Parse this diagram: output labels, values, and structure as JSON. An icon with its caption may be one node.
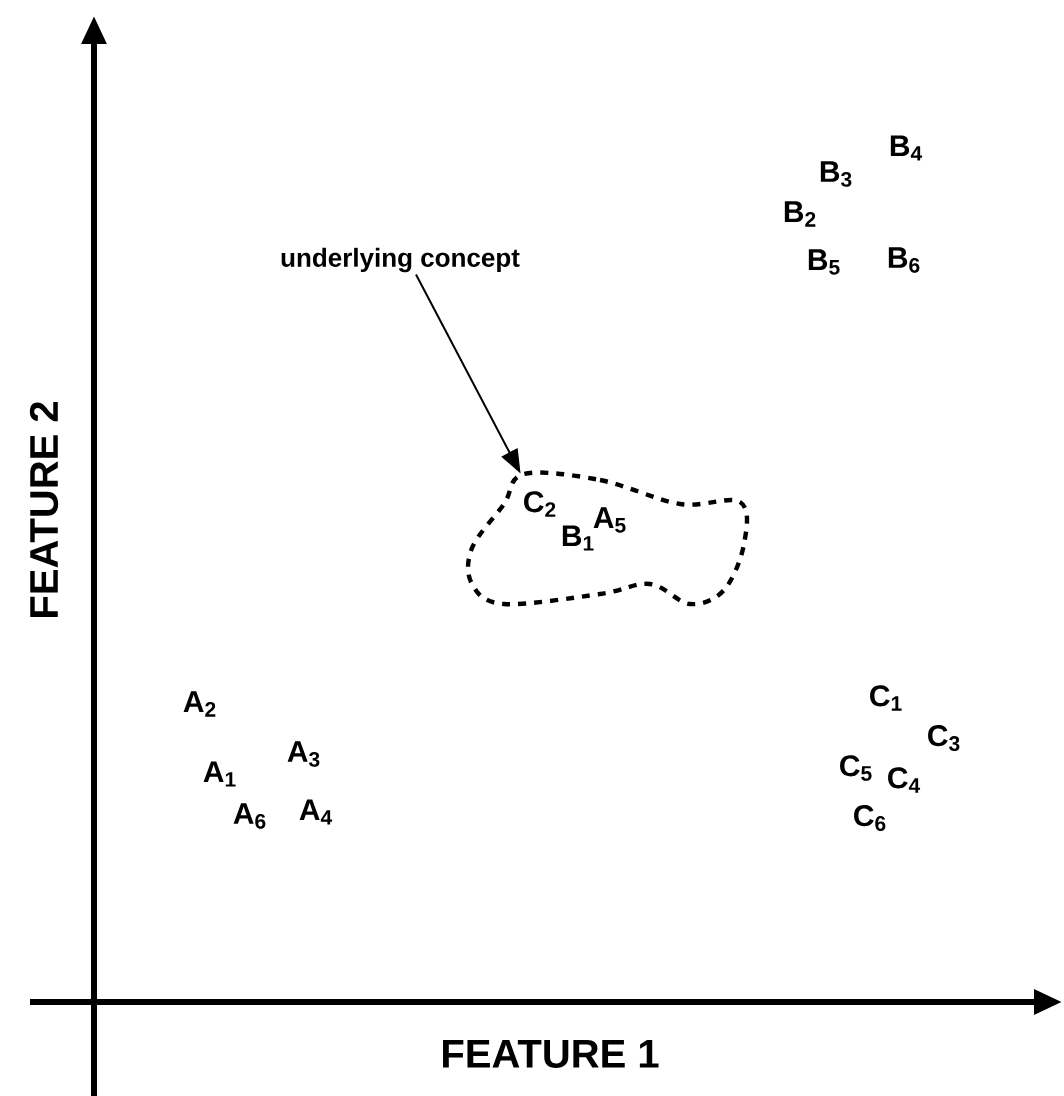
{
  "diagram": {
    "nodes": [
      {
        "text": [
          "underlying concept"
        ]
      },
      {
        "text": [],
        "shape": "cloud"
      }
    ],
    "edges": [
      {
        "from": 0,
        "to": 1,
        "arrow": "to"
      }
    ],
    "labels": [
      "B$_{4}$",
      "B$_{3}$",
      "B$_{2}$",
      "B$_{6}$",
      "B$_{5}$",
      "C$_{2}$",
      "A$_{5}$",
      "B$_{1}$",
      "FEATURE 2",
      "C$_{1}$",
      "A$_{2}$",
      "C$_{3}$",
      "A$_{3}$",
      "C$_{5}$",
      "C$_{4}$",
      "A$_{1}$",
      "A$_{4}$",
      "A$_{6}$",
      "C$_{6}$",
      "FEATURE 1"
    ]
  }
}
